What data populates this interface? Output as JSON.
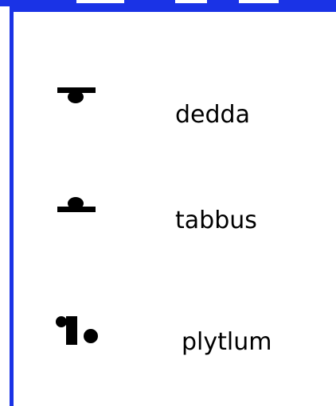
{
  "colors": {
    "frame": "#1a33e6",
    "ink": "#000000",
    "background": "#ffffff"
  },
  "entries": [
    {
      "icon": "dedda-symbol-icon",
      "word": "dedda"
    },
    {
      "icon": "tabbus-symbol-icon",
      "word": "tabbus"
    },
    {
      "icon": "plytlum-symbol-icon",
      "word": "plytlum"
    }
  ]
}
